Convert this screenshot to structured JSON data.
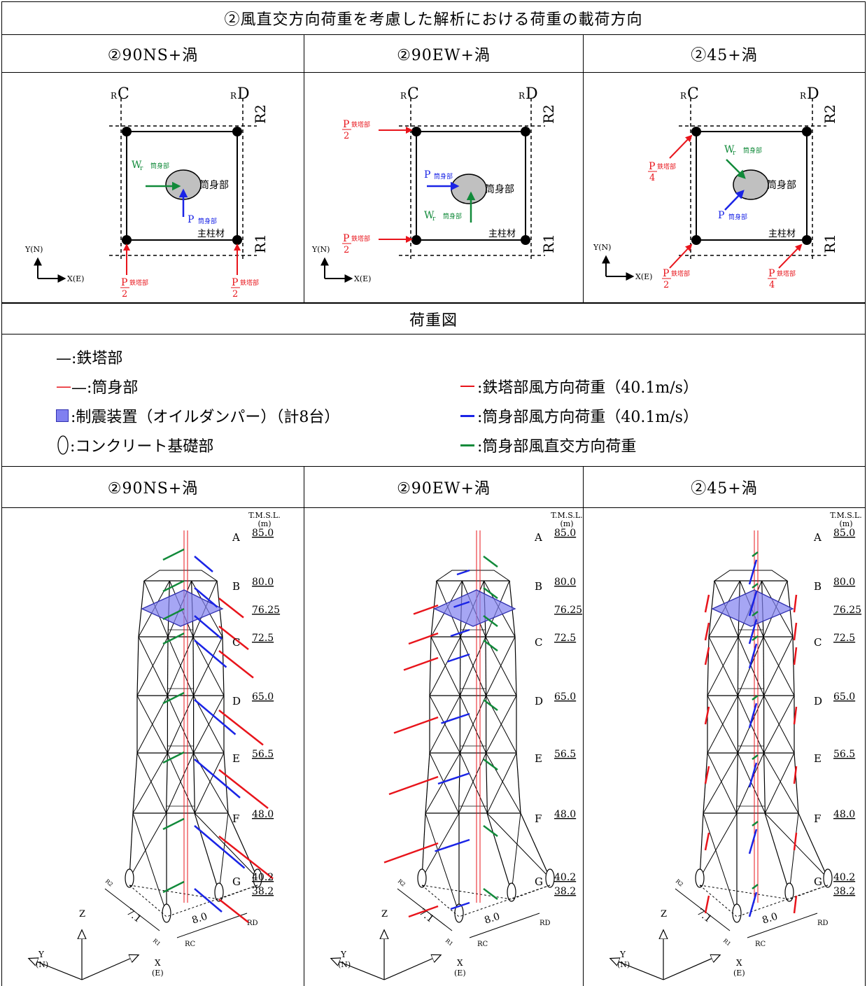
{
  "title": "②風直交方向荷重を考慮した解析における荷重の載荷方向",
  "columns": [
    "②90NS+渦",
    "②90EW+渦",
    "②45+渦"
  ],
  "plan": {
    "axis_c": "C",
    "axis_d": "D",
    "axis_r": "R",
    "row_2": "R2",
    "row_1": "R1",
    "cylinder_label": "筒身部",
    "column_label": "主柱材",
    "y_label": "Y(N)",
    "x_label": "X(E)",
    "w_label": "W",
    "w_sub": "r",
    "w_suffix": "筒身部",
    "p_label": "P",
    "p_cyl_suffix": "筒身部",
    "p_tower_suffix": "鉄塔部",
    "den_2": "2",
    "den_4": "4"
  },
  "load_diagram_heading": "荷重図",
  "legend": {
    "tower": "—:鉄塔部",
    "cylinder": "—:筒身部",
    "damper": ":制震装置（オイルダンパー）（計8台）",
    "foundation": ":コンクリート基礎部",
    "tower_wind": ":鉄塔部風方向荷重（40.1m/s）",
    "cyl_wind": ":筒身部風方向荷重（40.1m/s）",
    "cyl_cross": ":筒身部風直交方向荷重"
  },
  "elevation_header": [
    "T.M.S.L.",
    "(m)"
  ],
  "levels": [
    {
      "tag": "A",
      "value": "85.0"
    },
    {
      "tag": "B",
      "value": "80.0"
    },
    {
      "tag": "",
      "value": "76.25"
    },
    {
      "tag": "C",
      "value": "72.5"
    },
    {
      "tag": "D",
      "value": "65.0"
    },
    {
      "tag": "E",
      "value": "56.5"
    },
    {
      "tag": "F",
      "value": "48.0"
    },
    {
      "tag": "G",
      "value": "40.2"
    },
    {
      "tag": "",
      "value": "38.2"
    }
  ],
  "dims": {
    "d1": "7.1",
    "d2": "8.0"
  },
  "axes3d": {
    "z": "Z",
    "y": "Y",
    "yn": "(N)",
    "x": "X",
    "xe": "(E)",
    "r1": "R1",
    "r2": "R2",
    "rc": "RC",
    "rd": "RD"
  },
  "colors": {
    "red": "#e8141b",
    "blue": "#1a24e6",
    "green": "#118a3a",
    "damper": "#8080f0"
  }
}
